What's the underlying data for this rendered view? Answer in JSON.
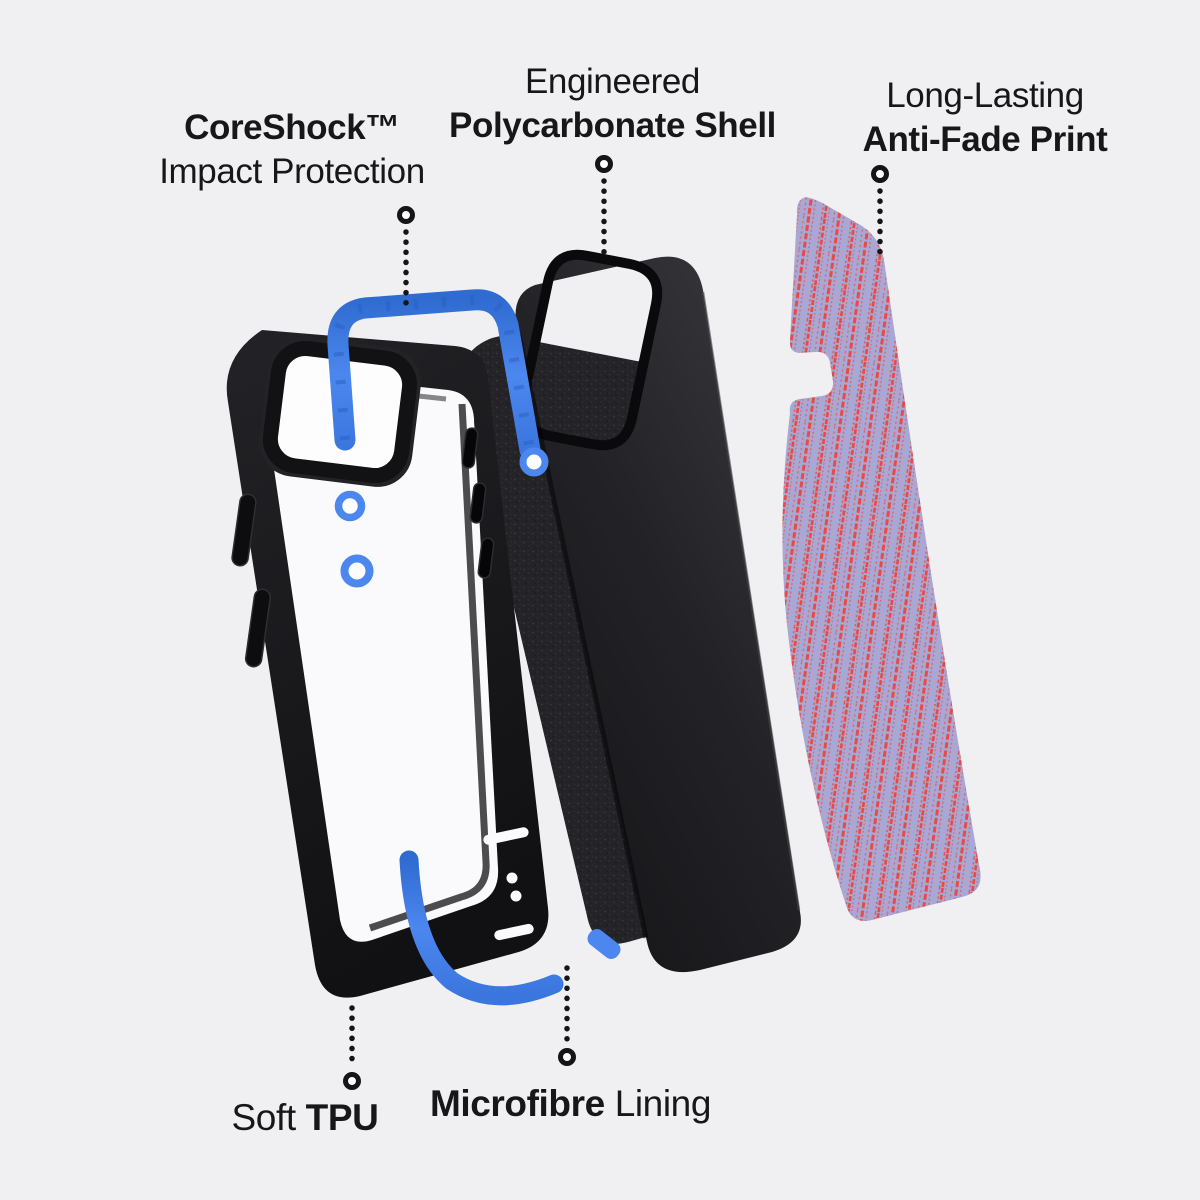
{
  "meta": {
    "description": "Exploded-view product diagram of a protective phone case with five annotated layers",
    "background_color": "#f0f0f2"
  },
  "colors": {
    "text": "#17171a",
    "accent_blue": "#4b87ee",
    "accent_blue_dark": "#2f6bd0",
    "case_black": "#1c1c1f",
    "shell_black": "#222226",
    "lining_gray": "#242428",
    "plate_lilac": "#a9a7d3",
    "stripe_red": "#ef4136",
    "clear_back_white": "#fafafc"
  },
  "callouts": {
    "coreshock": {
      "line1": "CoreShock™",
      "line2": "Impact Protection"
    },
    "shell": {
      "line1": "Engineered",
      "line2": "Polycarbonate Shell"
    },
    "print": {
      "line1": "Long-Lasting",
      "line2": "Anti-Fade Print"
    },
    "tpu": {
      "word1": "Soft",
      "word2": "TPU"
    },
    "lining": {
      "word1": "Microfibre",
      "word2": "Lining"
    }
  },
  "parts": [
    {
      "name": "tpu-bumper-case",
      "label_ref": "Soft TPU"
    },
    {
      "name": "coreshock-insert",
      "label_ref": "CoreShock Impact Protection"
    },
    {
      "name": "microfibre-lining-sheet",
      "label_ref": "Microfibre Lining"
    },
    {
      "name": "polycarbonate-shell",
      "label_ref": "Engineered Polycarbonate Shell"
    },
    {
      "name": "anti-fade-print-plate",
      "label_ref": "Long-Lasting Anti-Fade Print"
    }
  ]
}
